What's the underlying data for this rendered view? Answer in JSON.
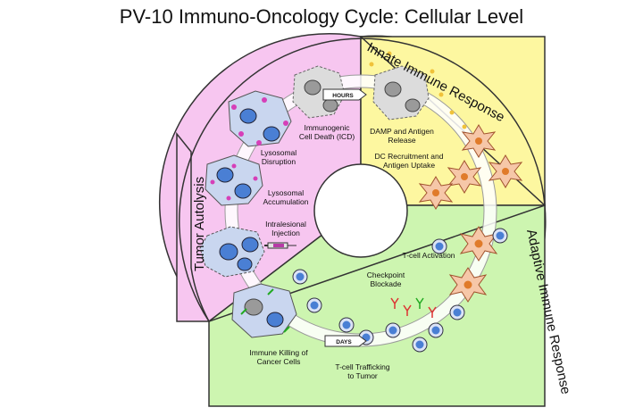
{
  "title": "PV-10 Immuno-Oncology Cycle: Cellular Level",
  "segments": {
    "tumor_autolysis": "Tumor Autolysis",
    "innate": "Innate Immune Response",
    "adaptive": "Adaptive Immune Response"
  },
  "steps": {
    "injection": [
      "Intralesional",
      "Injection"
    ],
    "accumulation": [
      "Lysosomal",
      "Accumulation"
    ],
    "disruption": [
      "Lysosomal",
      "Disruption"
    ],
    "icd": [
      "Immunogenic",
      "Cell Death (ICD)"
    ],
    "damp": [
      "DAMP and Antigen",
      "Release"
    ],
    "dc": [
      "DC Recruitment and",
      "Antigen Uptake"
    ],
    "tcell_activation": "T-cell Activation",
    "checkpoint": [
      "Checkpoint",
      "Blockade"
    ],
    "trafficking": [
      "T-cell Trafficking",
      "to Tumor"
    ],
    "killing": [
      "Immune Killing of",
      "Cancer Cells"
    ]
  },
  "tags": {
    "hours": "HOURS",
    "days": "DAYS"
  },
  "colors": {
    "pink": "#f7c6f0",
    "yellow": "#fdf7a0",
    "green": "#cdf5b0",
    "cell_blue": "#4a7fd4",
    "magenta": "#d63fb8",
    "orange": "#f39b3a"
  }
}
